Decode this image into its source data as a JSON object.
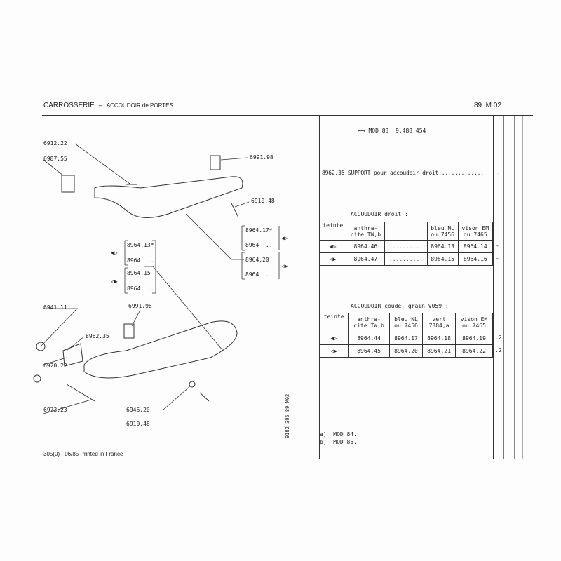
{
  "header": {
    "title": "CARROSSERIE",
    "subtitle": "ACCOUDOIR de PORTES",
    "page_code": "89  M 02"
  },
  "diagram_labels": [
    "6912.22",
    "6987.55",
    "6991.98",
    "6910.48",
    "6941.11",
    "6991.98",
    "8962.35",
    "6920.22",
    "6973.23",
    "6946.20",
    "6910.48"
  ],
  "bracket_left": [
    "8964.13*",
    "8964  ..",
    "8964.15",
    "8964  .."
  ],
  "bracket_right": [
    "8964.17*",
    "8964  ..",
    "8964.20",
    "8964  .."
  ],
  "side_code": "9182 305 89 M02",
  "footer": "305(0) - 06/85 Printed in France",
  "range_note": "MOD 83  9.488.454",
  "support_line": "8962.35 SUPPORT pour accoudoir droit..............",
  "support_qty": "-",
  "table1": {
    "title": "ACCOUDOIR droit :",
    "headers": [
      "teinte",
      "anthra-\ncite TW,b",
      "",
      "bleu NL\nou 7456",
      "vison EM\nou 7465"
    ],
    "rows": [
      {
        "cells": [
          "8964.46",
          "..........",
          "8964.13",
          "8964.14"
        ],
        "qty": "-"
      },
      {
        "cells": [
          "8964.47",
          "..........",
          "8964.15",
          "8964.16"
        ],
        "qty": "-"
      }
    ]
  },
  "table2": {
    "title": "ACCOUDOIR coudé, grain V059 :",
    "headers": [
      "teinte",
      "anthra-\ncite TW,b",
      "bleu NL\nou 7456",
      "vert\n7384,a",
      "vison EM\nou 7465"
    ],
    "rows": [
      {
        "cells": [
          "8964.44",
          "8964.17",
          "8964.18",
          "8964.19"
        ],
        "qty": ".2"
      },
      {
        "cells": [
          "8964.45",
          "8964.20",
          "8964.21",
          "8964.22"
        ],
        "qty": ".2"
      }
    ]
  },
  "notes": [
    "a)  MOD 84.",
    "b)  MOD 85."
  ]
}
